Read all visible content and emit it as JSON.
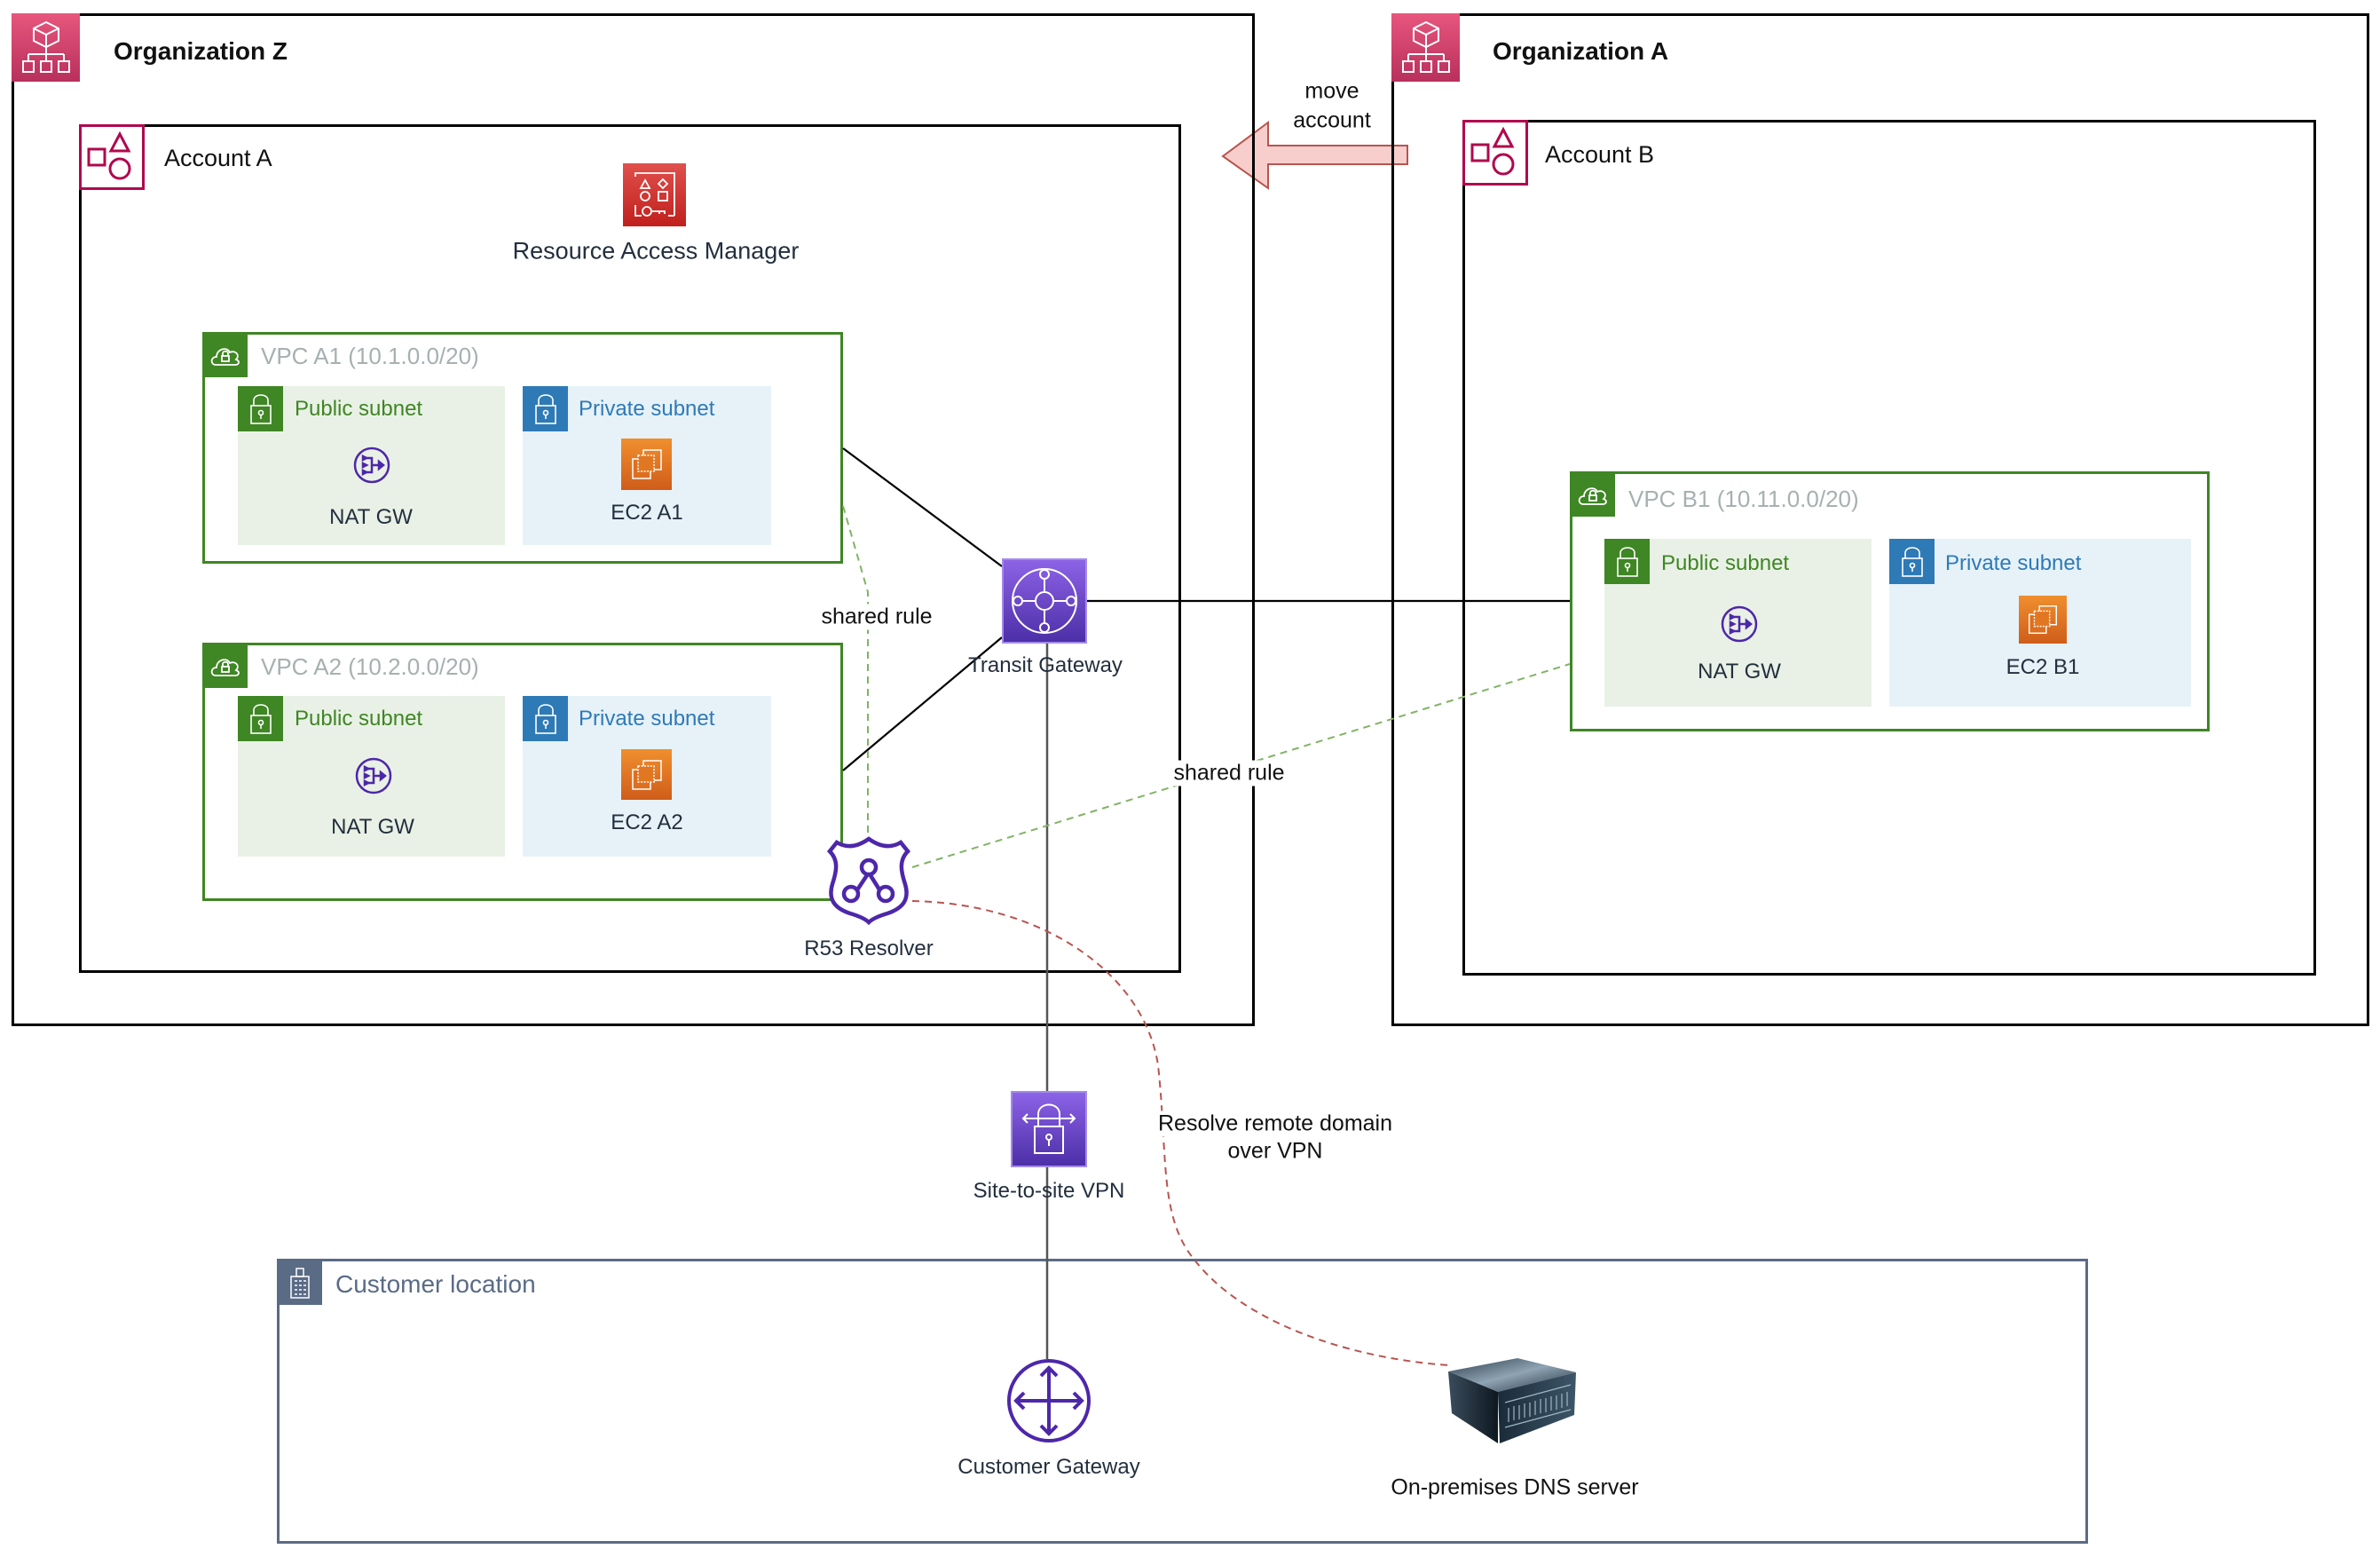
{
  "organizations": [
    {
      "name": "Organization Z",
      "icon": "organizations-icon"
    },
    {
      "name": "Organization A",
      "icon": "organizations-icon"
    }
  ],
  "accounts": [
    {
      "name": "Account A",
      "icon": "account-icon"
    },
    {
      "name": "Account B",
      "icon": "account-icon"
    }
  ],
  "services": {
    "ram": "Resource Access Manager",
    "tgw": "Transit Gateway",
    "r53": "R53 Resolver",
    "vpn": "Site-to-site VPN",
    "cgw": "Customer Gateway",
    "dns": "On-premises DNS server"
  },
  "vpcs": [
    {
      "name": "VPC A1 (10.1.0.0/20)",
      "public_label": "Public subnet",
      "private_label": "Private subnet",
      "nat": "NAT GW",
      "ec2": "EC2 A1"
    },
    {
      "name": "VPC A2 (10.2.0.0/20)",
      "public_label": "Public subnet",
      "private_label": "Private subnet",
      "nat": "NAT GW",
      "ec2": "EC2 A2"
    },
    {
      "name": "VPC B1 (10.11.0.0/20)",
      "public_label": "Public subnet",
      "private_label": "Private subnet",
      "nat": "NAT GW",
      "ec2": "EC2 B1"
    }
  ],
  "customer_location": "Customer location",
  "edge_labels": {
    "move_line1": "move",
    "move_line2": "account",
    "shared_rule_1": "shared rule",
    "shared_rule_2": "shared rule",
    "resolve_line1": "Resolve remote domain",
    "resolve_line2": "over VPN"
  },
  "colors": {
    "org": "#d13c6a",
    "account": "#b0084d",
    "vpc": "#3f8624",
    "private": "#2e7ab7",
    "network": "#4d27aa",
    "compute": "#d86613",
    "ram": "#c7131f",
    "shared_rule_line": "#82b366",
    "resolve_line": "#b85450",
    "move_arrow_fill": "#f8cecc"
  }
}
